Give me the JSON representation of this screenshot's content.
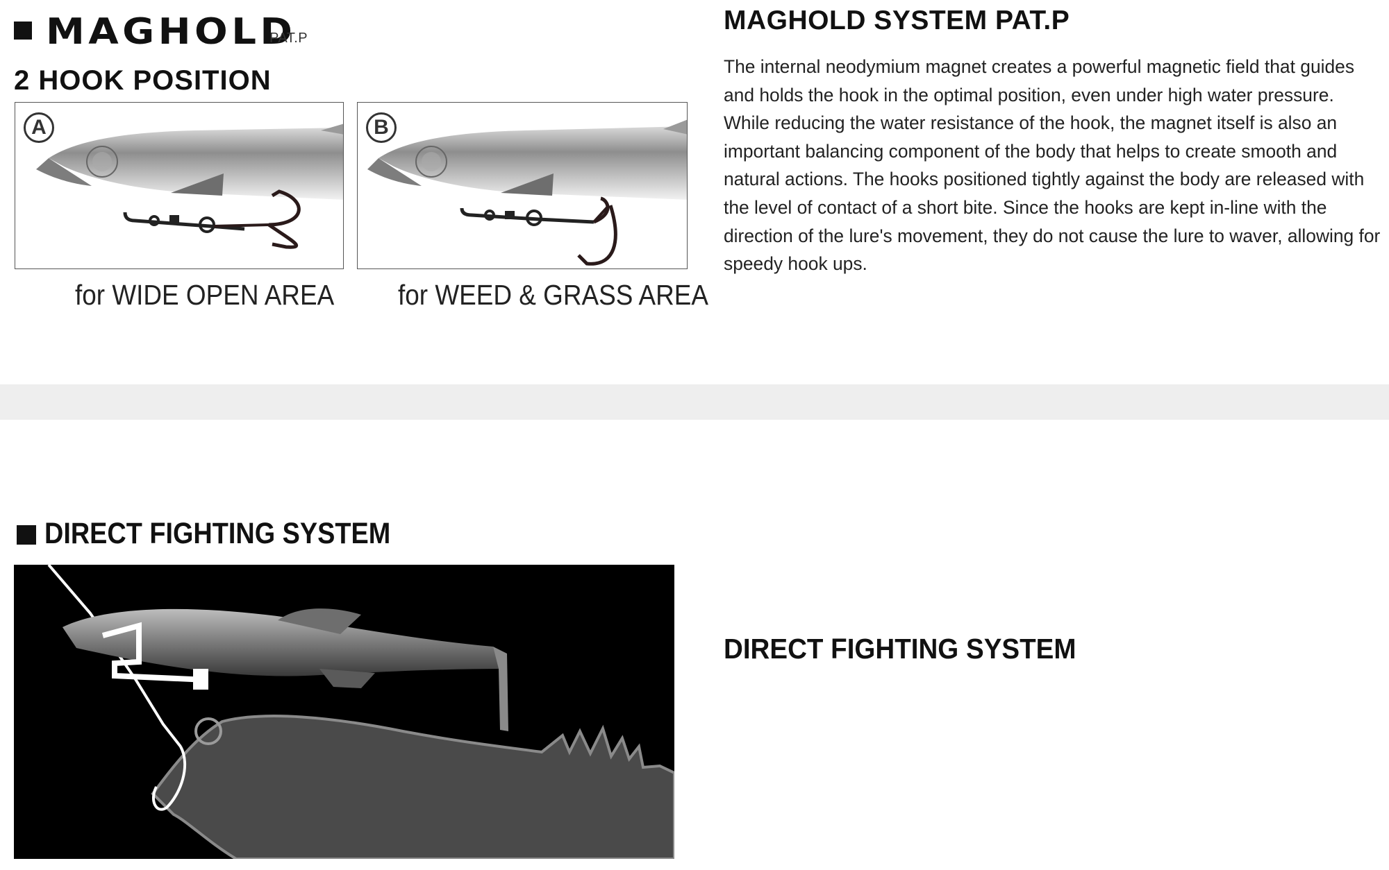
{
  "maghold": {
    "logo_text": "MAGHOLD",
    "logo_suffix": "PAT.P",
    "subtitle": "2 HOOK POSITION",
    "panels": [
      {
        "badge": "A",
        "caption": "for WIDE OPEN AREA"
      },
      {
        "badge": "B",
        "caption": "for WEED & GRASS AREA"
      }
    ]
  },
  "system": {
    "title": "MAGHOLD SYSTEM PAT.P",
    "body": "The internal neodymium magnet creates a powerful magnetic field that guides and holds the hook in the optimal position, even under high water pressure. While reducing the water resistance of the hook, the magnet itself is also an important balancing component of the body that helps to create smooth and natural actions. The hooks positioned tightly against the body are released with the level of contact of a short bite. Since the hooks are kept in-line with the direction of the lure's movement, they do not cause the lure to waver, allowing for speedy hook ups."
  },
  "direct_fighting": {
    "title": "DIRECT FIGHTING SYSTEM",
    "side_title": "DIRECT FIGHTING SYSTEM"
  },
  "colors": {
    "text": "#111111",
    "band": "#eeeeee",
    "panel_border": "#555555",
    "dark_panel": "#000000"
  }
}
